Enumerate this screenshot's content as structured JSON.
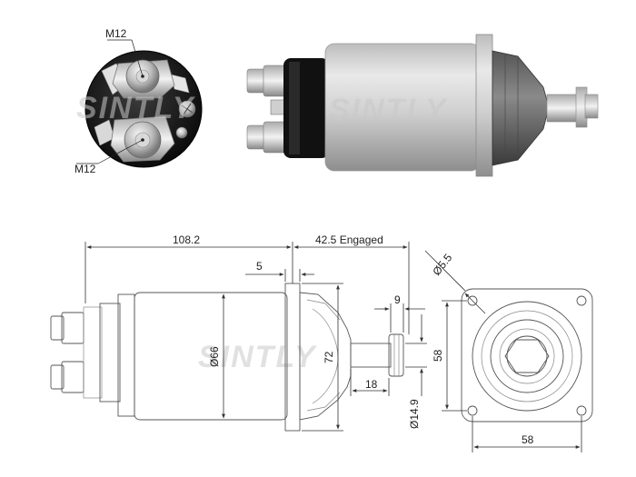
{
  "watermark": {
    "brand": "SINTLY"
  },
  "photo": {
    "terminal_top_label": "M12",
    "terminal_bottom_label": "M12"
  },
  "drawing": {
    "dim_length_body": "108.2",
    "dim_engaged": "42.5 Engaged",
    "dim_flange": "5",
    "dim_diameter_body": "Ø66",
    "dim_height_boot": "72",
    "dim_plunger_gap": "9",
    "dim_plunger_len": "18",
    "dim_plunger_dia": "Ø14.9",
    "dim_hole_dia": "Ø5.5",
    "dim_flange_height": "58",
    "dim_flange_width": "58"
  }
}
